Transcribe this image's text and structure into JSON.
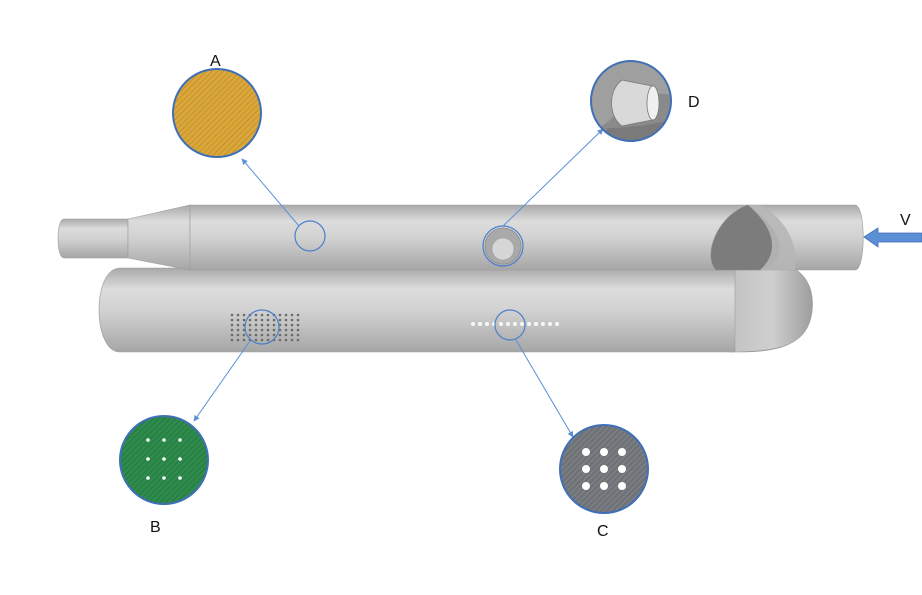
{
  "labels": {
    "a": "A",
    "b": "B",
    "c": "C",
    "d": "D",
    "v": "V"
  },
  "colors": {
    "pipe": "#c4c4c4",
    "pipe_dark": "#9a9a9a",
    "pipe_light": "#e6e6e6",
    "callout_line": "#5b8fd6",
    "inlet_arrow": "#5b8fd6",
    "material_a": "#d9a73a",
    "material_b": "#2e8b4c",
    "material_c": "#6f7378",
    "material_d": "#8a8a8a"
  },
  "icons": {
    "inlet": "arrow-left-icon",
    "detail": "magnifier-circle-icon"
  }
}
